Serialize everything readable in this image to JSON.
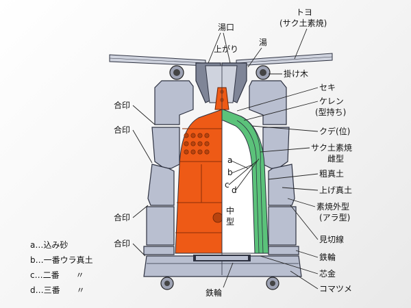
{
  "labels": {
    "yuguchi": "湯口",
    "toyo": "トヨ",
    "toyo_sub": "(サク土素焼)",
    "agari": "上がり",
    "yu": "湯",
    "kakegi": "掛け木",
    "seki": "セキ",
    "keren": "ケレン",
    "keren_sub": "(型持ち)",
    "kude": "クデ(位)",
    "sakudo": "サク土素焼",
    "sakudo_sub": "雌型",
    "aramatsuchi": "粗真土",
    "agemantsuchi": "上げ真土",
    "sotogata": "素焼外型",
    "sotogata_sub": "(アラ型)",
    "mikirisen": "見切線",
    "tetsurin_right": "鉄輪",
    "shingane": "芯金",
    "komatsume": "コマツメ",
    "tetsurin_bottom": "鉄輪",
    "aijirushi": "合印",
    "nakagata_1": "中",
    "nakagata_2": "型",
    "a": "a",
    "b": "b",
    "c": "c",
    "d": "d"
  },
  "legend": [
    {
      "key": "a…込み砂"
    },
    {
      "key": "b…一番ウラ真土"
    },
    {
      "key": "c…二番　　〃"
    },
    {
      "key": "d…三番　　〃"
    }
  ],
  "colors": {
    "mold": "#b9bfd0",
    "outline": "#2d3140",
    "bell_orange": "#ee5a16",
    "green_layer": "#5bc27a",
    "core_white": "#ffffff"
  }
}
